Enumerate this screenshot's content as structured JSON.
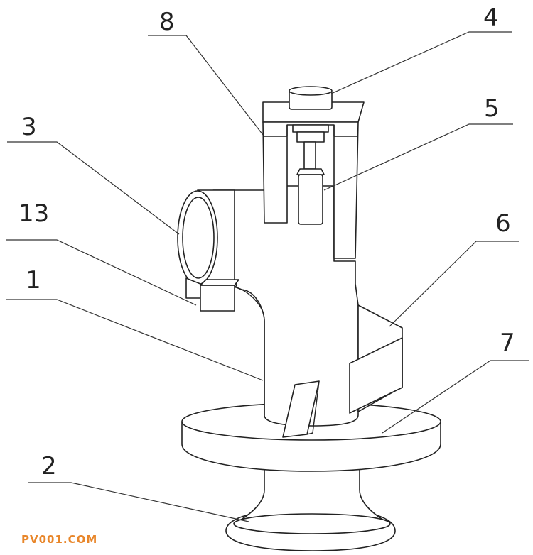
{
  "callouts": {
    "c8": "8",
    "c4": "4",
    "c5": "5",
    "c3": "3",
    "c13": "13",
    "c6": "6",
    "c1": "1",
    "c7": "7",
    "c2": "2"
  },
  "watermark": "PV001.COM",
  "colors": {
    "line": "#222222",
    "watermark": "#e8862a"
  }
}
